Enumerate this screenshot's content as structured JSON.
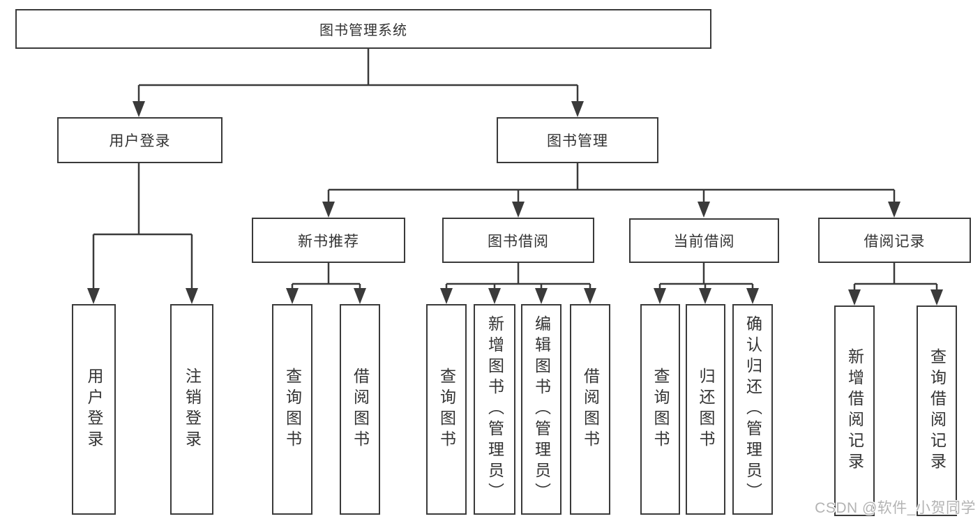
{
  "diagram": {
    "root": {
      "label": "图书管理系统"
    },
    "level2": [
      {
        "label": "用户登录"
      },
      {
        "label": "图书管理"
      }
    ],
    "level3": [
      {
        "label": "新书推荐"
      },
      {
        "label": "图书借阅"
      },
      {
        "label": "当前借阅"
      },
      {
        "label": "借阅记录"
      }
    ],
    "leaves": {
      "user_login": [
        "用户登录",
        "注销登录"
      ],
      "new_books": [
        "查询图书",
        "借阅图书"
      ],
      "book_borrow": [
        "查询图书",
        "新增图书（管理员）",
        "编辑图书（管理员）",
        "借阅图书"
      ],
      "current_borrow": [
        "查询图书",
        "归还图书",
        "确认归还（管理员）"
      ],
      "borrow_records": [
        "新增借阅记录",
        "查询借阅记录"
      ]
    }
  },
  "watermark": {
    "text": "CSDN @软件_小贺同学"
  },
  "colors": {
    "line": "#3a3a3a",
    "text": "#333333",
    "background": "#ffffff",
    "watermark": "#b3b3b3"
  }
}
